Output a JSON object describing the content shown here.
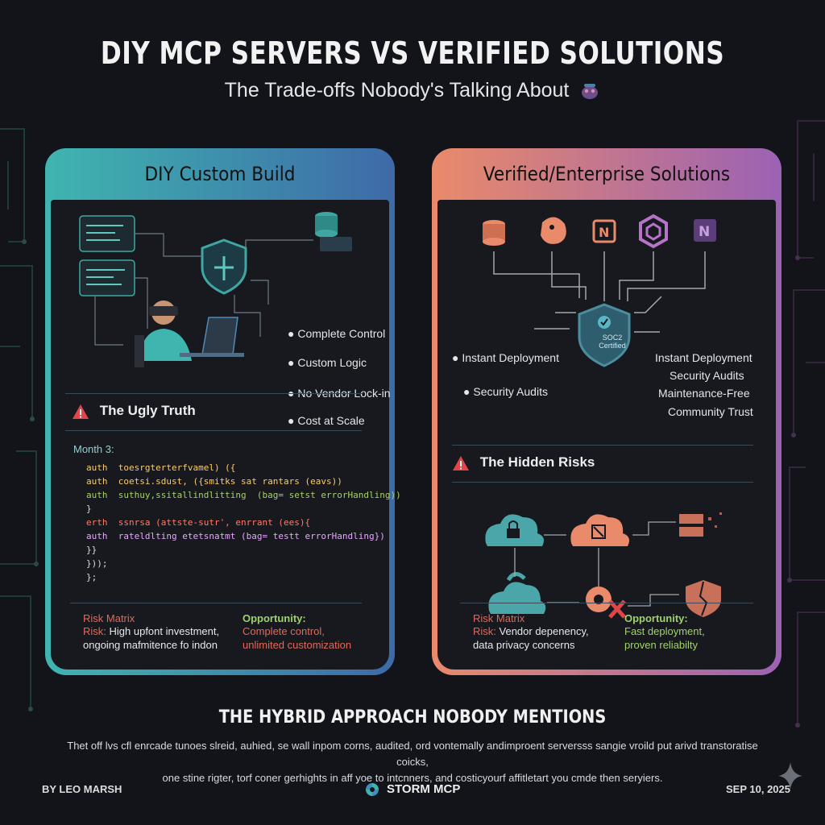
{
  "header": {
    "title": "DIY MCP SERVERS VS VERIFIED SOLUTIONS",
    "subtitle": "The Trade-offs Nobody's Talking About"
  },
  "left_panel": {
    "title": "DIY Custom Build",
    "features": [
      "Complete Control",
      "Custom Logic",
      "No Vendor Lock-in",
      "Cost at Scale"
    ],
    "db_caption_1": "··· ",
    "section_title": "The Ugly Truth",
    "month_label": "Month 3:",
    "code_lines": [
      "auth  toesrgterterfvamel) ({",
      "auth  coetsi.sdust, ({smitks sat rantars (eavs))",
      "auth  suthuy,ssitallindlitting  (bag= setst errorHandling))",
      "}",
      "erth  ssnrsa (attste-sutr', enrrant (ees){",
      "auth  rateldlting etetsnatmt (bag= testt errorHandling})",
      "}}",
      "}));",
      "};"
    ],
    "risk_title": "Risk Matrix",
    "risk_prefix": "Risk:",
    "risk_text_1": "High upfont investment,",
    "risk_text_2": "ongoing mafmitence fo indon",
    "opp_title": "Opportunity:",
    "opp_text_1": "Complete control,",
    "opp_text_2": "unlimited customization"
  },
  "right_panel": {
    "title": "Verified/Enterprise Solutions",
    "features_left": [
      "Instant Deployment",
      "Security Audits"
    ],
    "features_right": [
      "Instant Deployment",
      "Security Audits",
      "Maintenance-Free",
      "Community Trust"
    ],
    "badge_1": "SOC2",
    "badge_2": "Certified",
    "section_title": "The Hidden Risks",
    "risk_title": "Risk Matrix",
    "risk_prefix": "Risk:",
    "risk_text_1": "Vendor depenency,",
    "risk_text_2": "data privacy concerns",
    "opp_title": "Opportunity:",
    "opp_text_1": "Fast deployment,",
    "opp_text_2": "proven reliabilty"
  },
  "hybrid": {
    "title": "THE HYBRID APPROACH NOBODY MENTIONS",
    "line_1": "Thet off lvs cfl enrcade tunoes slreid, auhied, se wall inpom corns, audited, ord vontemally andimproent serversss sangie vroild put arivd transtoratise coicks,",
    "line_2": "one stine rigter, torf coner gerhights in aff yoe to intcnners, and costicyourf affitletart you cmde then seryiers."
  },
  "footer": {
    "author": "BY LEO MARSH",
    "brand": "STORM MCP",
    "date": "SEP 10, 2025"
  },
  "colors": {
    "left_gradient_start": "#3fb5b0",
    "left_gradient_end": "#3e6aa8",
    "right_gradient_start": "#e98a6a",
    "right_gradient_end": "#9b62b4",
    "risk_red": "#e06a5a",
    "opp_green": "#9fd26a",
    "teal": "#3fa7a3"
  }
}
